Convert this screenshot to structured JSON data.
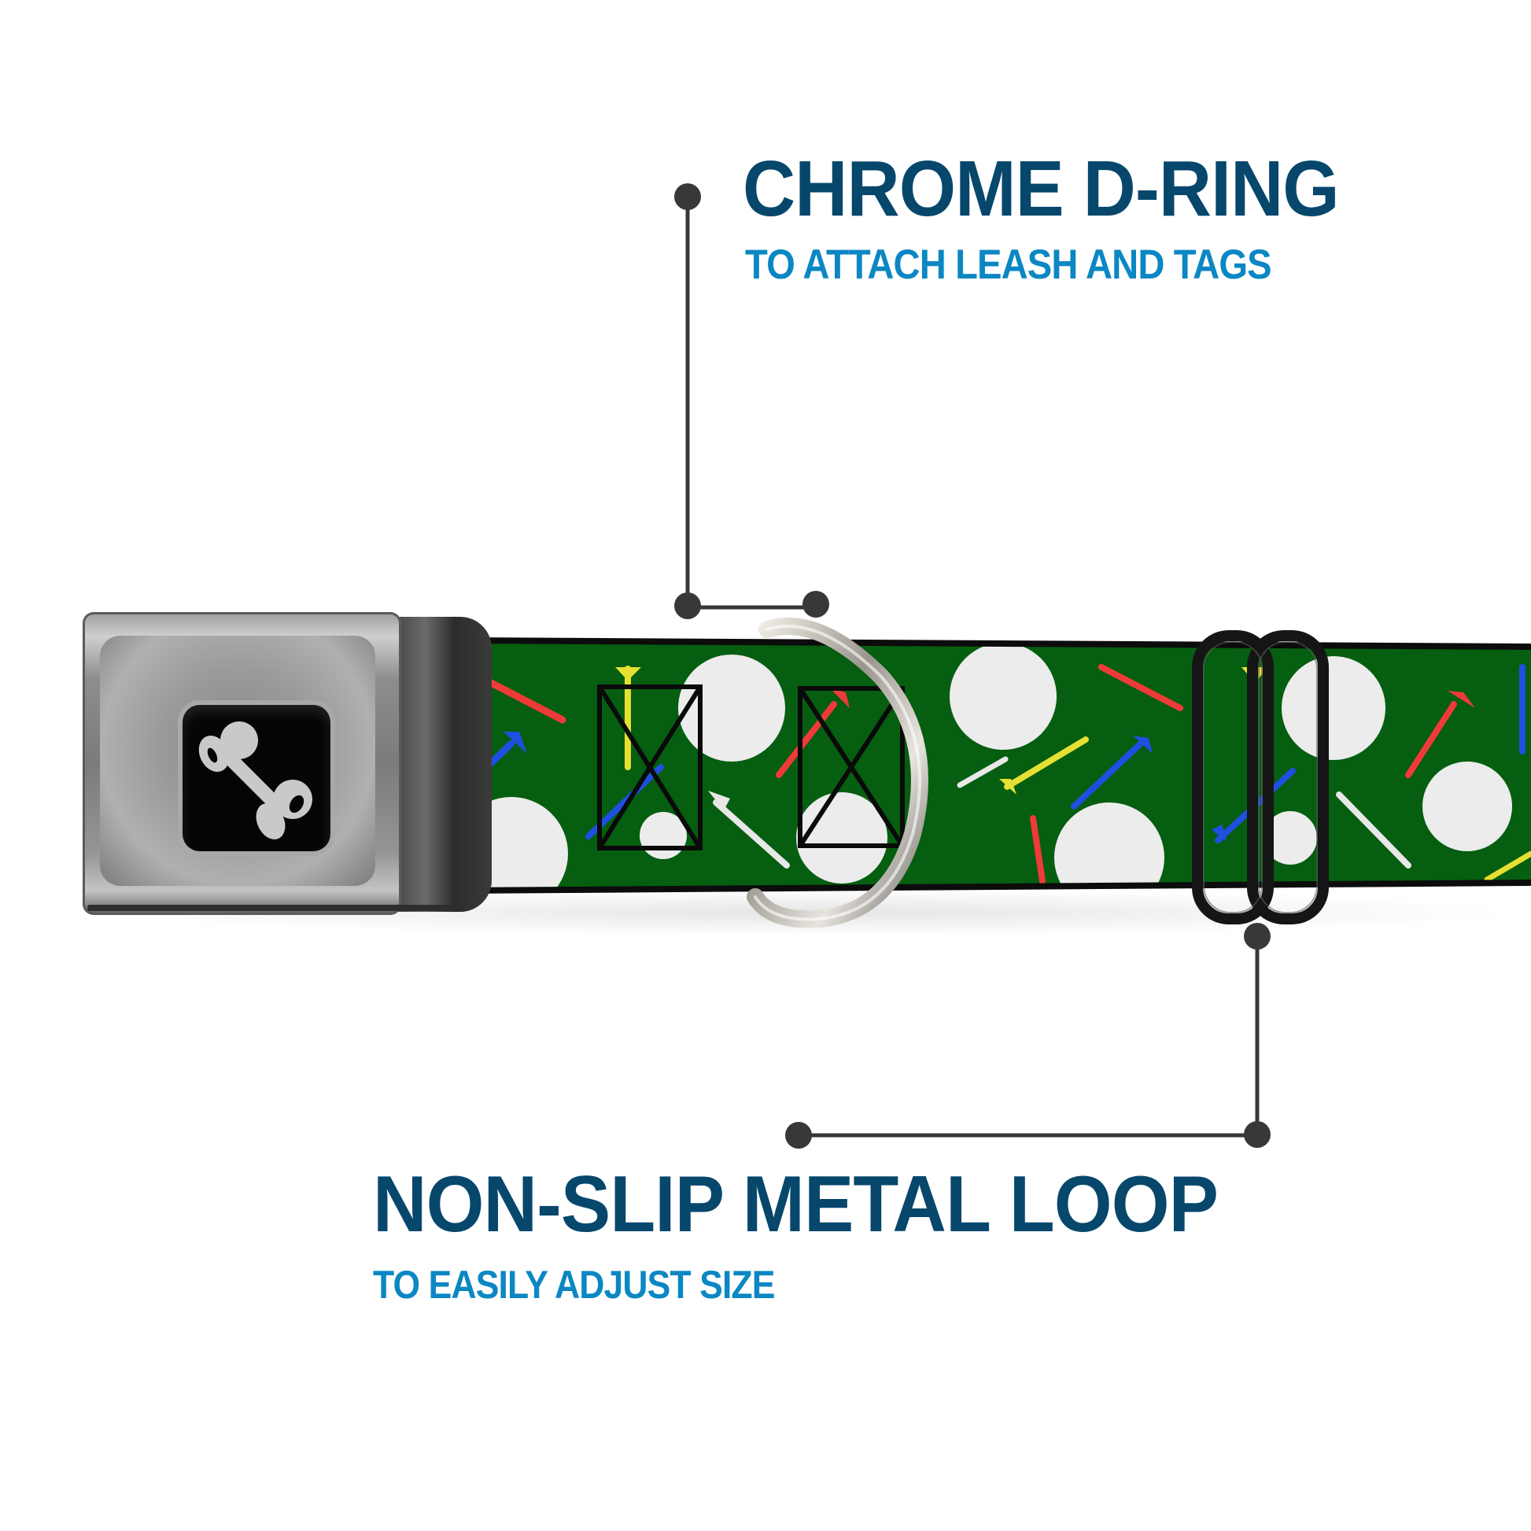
{
  "callouts": {
    "d_ring": {
      "title": "CHROME D-RING",
      "subtitle": "TO ATTACH LEASH AND TAGS"
    },
    "metal_loop": {
      "title": "NON-SLIP METAL LOOP",
      "subtitle": "TO EASILY ADJUST SIZE"
    }
  },
  "product": {
    "buckle_icon": "dog-bone-icon",
    "pattern": "golf balls and tees",
    "colors": {
      "title": "#07476c",
      "subtitle": "#0b87c3",
      "leader_line": "#383838",
      "strap_green": "#065e10",
      "tee_red": "#f03a3a",
      "tee_blue": "#1f4fe0",
      "tee_yellow": "#e6e033",
      "ball_white": "#ececec"
    }
  }
}
